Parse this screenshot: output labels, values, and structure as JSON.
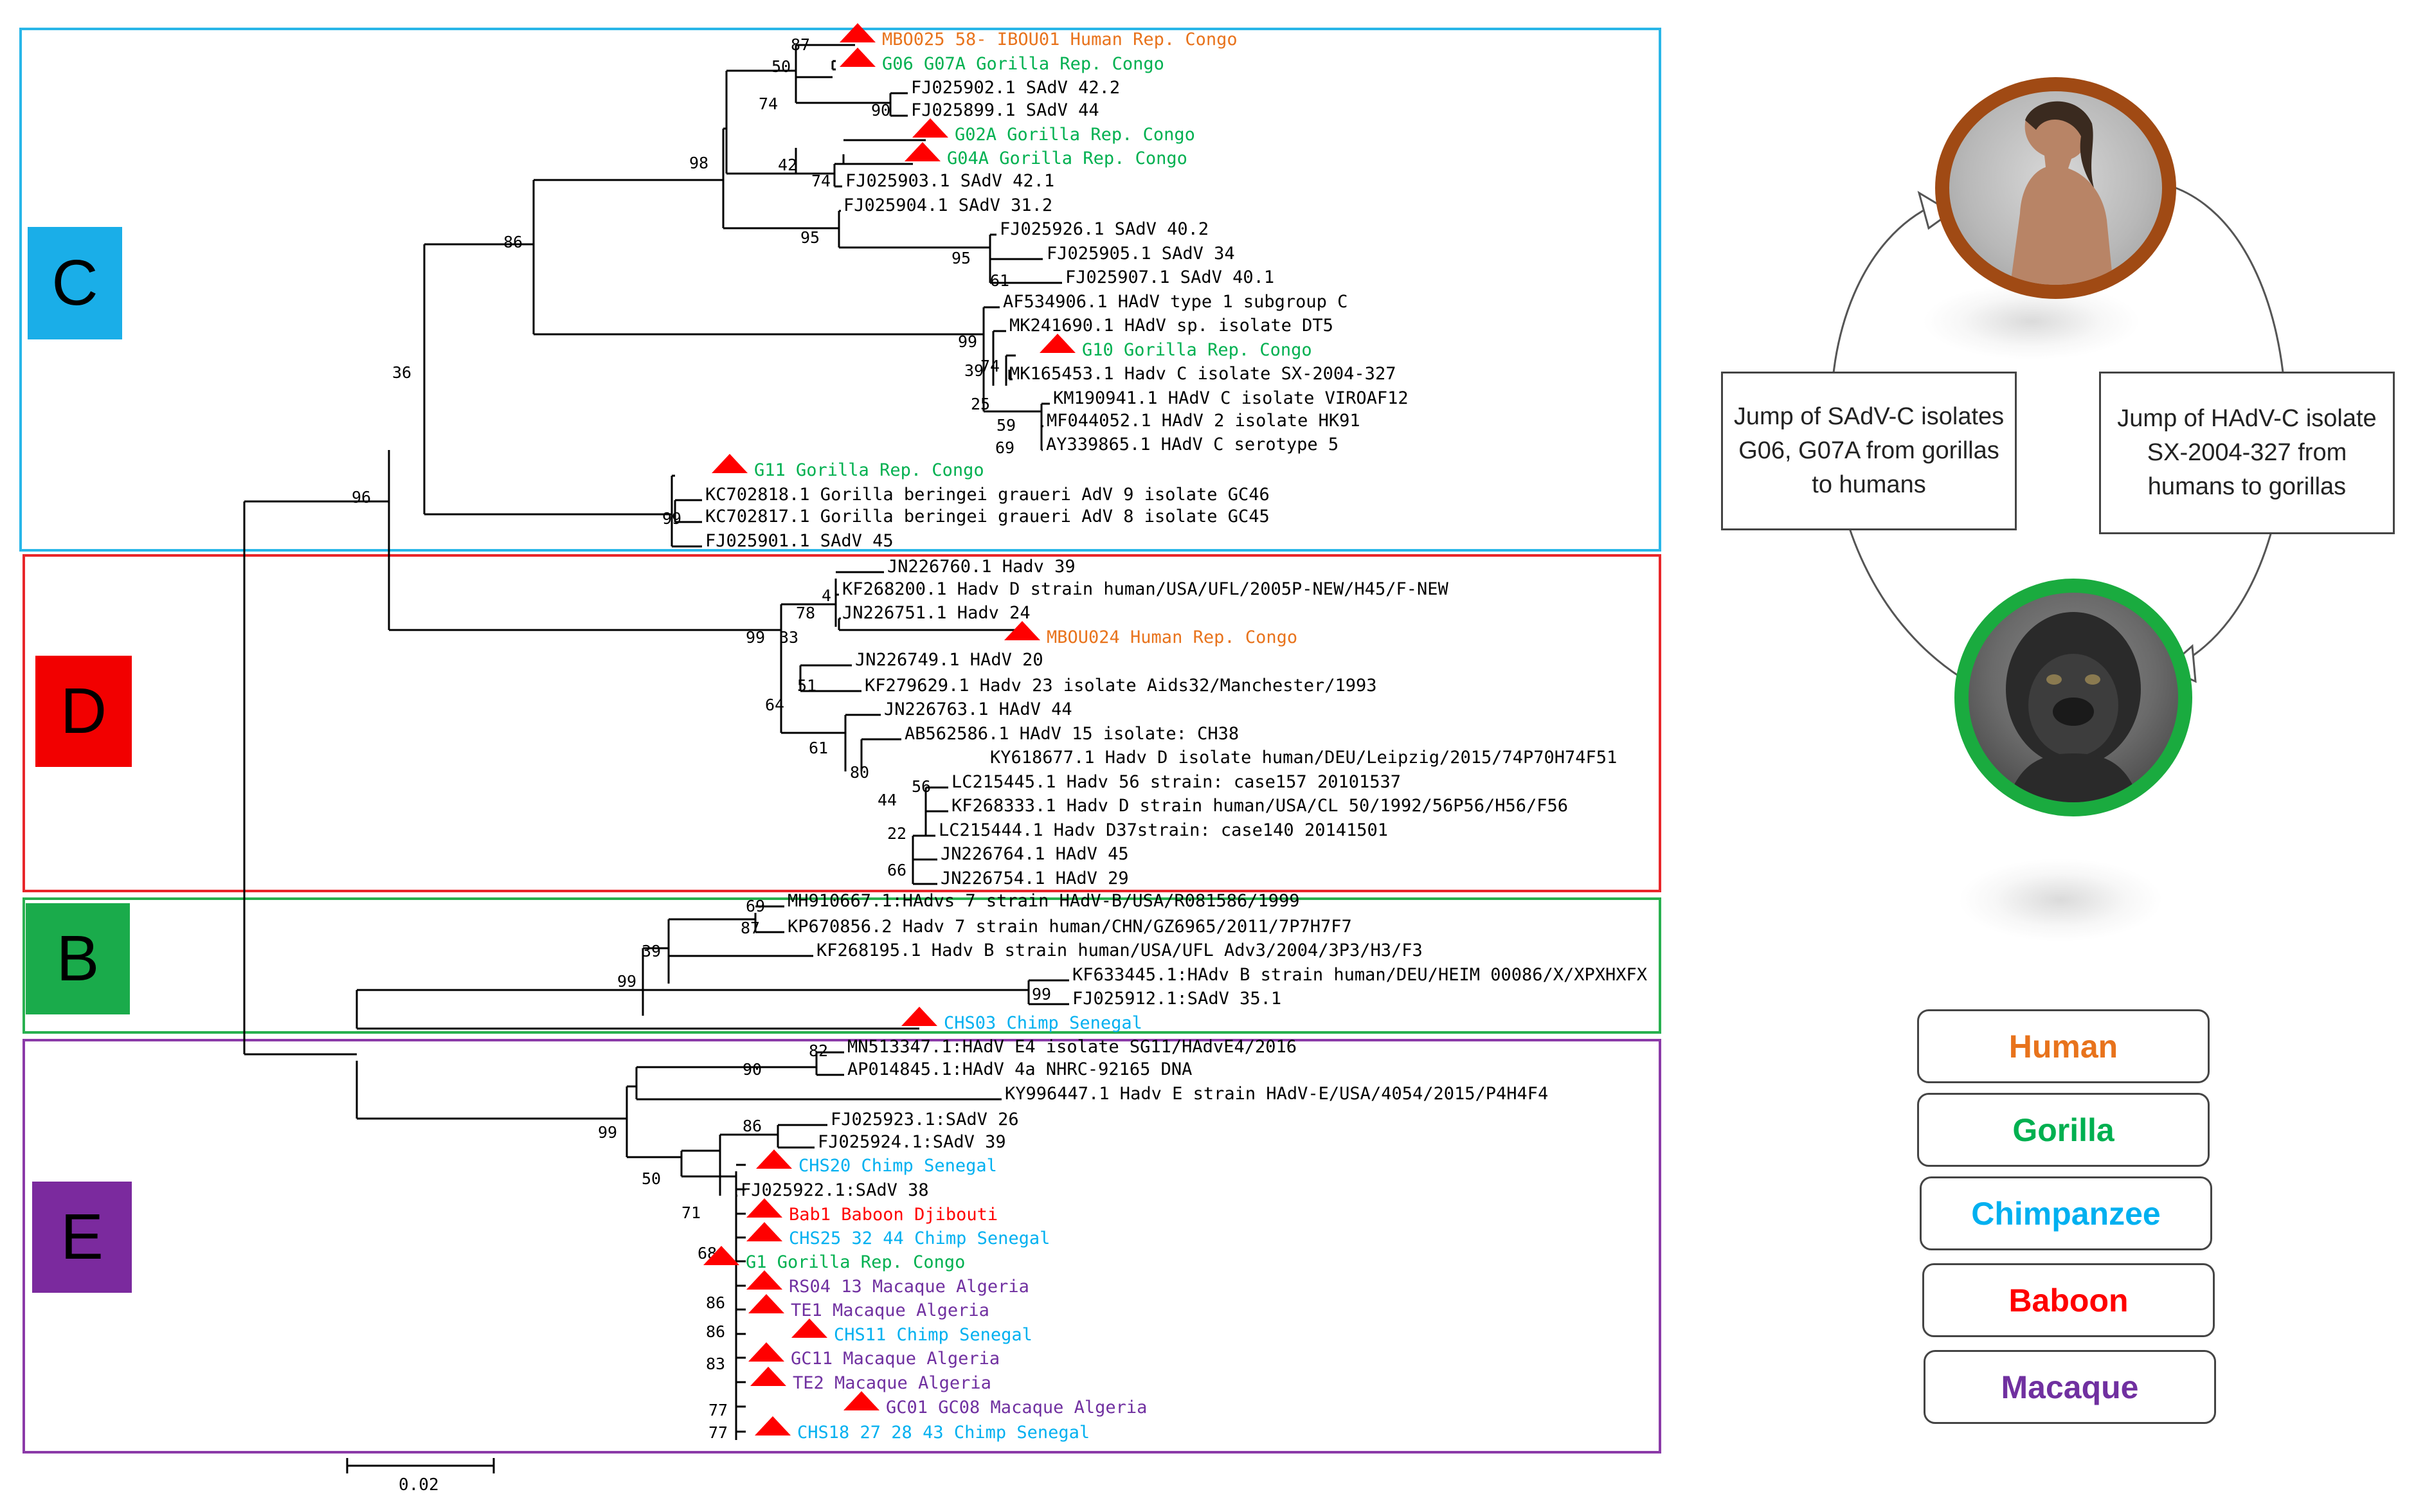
{
  "tree": {
    "clades": [
      {
        "letter": "C",
        "color": "#1aaee8",
        "box_color": "#29b6e8"
      },
      {
        "letter": "D",
        "color": "#f20000",
        "box_color": "#e8262a"
      },
      {
        "letter": "B",
        "color": "#1aab4b",
        "box_color": "#28b04f"
      },
      {
        "letter": "E",
        "color": "#7b2a9e",
        "box_color": "#8b3aa8"
      }
    ],
    "leaves": [
      {
        "text": "MBO025 58- IBOU01 Human Rep. Congo",
        "host": "human",
        "marker": true
      },
      {
        "text": "G06 G07A Gorilla Rep. Congo",
        "host": "gorilla",
        "marker": true
      },
      {
        "text": "FJ025902.1 SAdV 42.2",
        "host": "ref",
        "marker": false
      },
      {
        "text": "FJ025899.1 SAdV 44",
        "host": "ref",
        "marker": false
      },
      {
        "text": "G02A Gorilla Rep. Congo",
        "host": "gorilla",
        "marker": true
      },
      {
        "text": "G04A Gorilla Rep. Congo",
        "host": "gorilla",
        "marker": true
      },
      {
        "text": "FJ025903.1 SAdV 42.1",
        "host": "ref",
        "marker": false
      },
      {
        "text": "FJ025904.1 SAdV 31.2",
        "host": "ref",
        "marker": false
      },
      {
        "text": "FJ025926.1 SAdV 40.2",
        "host": "ref",
        "marker": false
      },
      {
        "text": "FJ025905.1 SAdV 34",
        "host": "ref",
        "marker": false
      },
      {
        "text": "FJ025907.1 SAdV 40.1",
        "host": "ref",
        "marker": false
      },
      {
        "text": "AF534906.1 HAdV type 1 subgroup C",
        "host": "ref",
        "marker": false
      },
      {
        "text": "MK241690.1 HAdV sp. isolate DT5",
        "host": "ref",
        "marker": false
      },
      {
        "text": "G10 Gorilla Rep. Congo",
        "host": "gorilla",
        "marker": true
      },
      {
        "text": "MK165453.1 Hadv C isolate SX-2004-327",
        "host": "ref",
        "marker": false
      },
      {
        "text": "KM190941.1 HAdV C isolate VIROAF12",
        "host": "ref",
        "marker": false
      },
      {
        "text": "MF044052.1 HAdV 2 isolate HK91",
        "host": "ref",
        "marker": false
      },
      {
        "text": "AY339865.1 HAdV C serotype 5",
        "host": "ref",
        "marker": false
      },
      {
        "text": "G11 Gorilla Rep. Congo",
        "host": "gorilla",
        "marker": true
      },
      {
        "text": "KC702818.1 Gorilla beringei graueri AdV 9 isolate GC46",
        "host": "ref",
        "marker": false
      },
      {
        "text": "KC702817.1 Gorilla beringei graueri AdV 8 isolate GC45",
        "host": "ref",
        "marker": false
      },
      {
        "text": "FJ025901.1 SAdV 45",
        "host": "ref",
        "marker": false
      },
      {
        "text": "JN226760.1 Hadv 39",
        "host": "ref",
        "marker": false
      },
      {
        "text": "KF268200.1 Hadv D strain human/USA/UFL/2005P-NEW/H45/F-NEW",
        "host": "ref",
        "marker": false
      },
      {
        "text": "JN226751.1 Hadv 24",
        "host": "ref",
        "marker": false
      },
      {
        "text": "MBOU024 Human Rep. Congo",
        "host": "human",
        "marker": true
      },
      {
        "text": "JN226749.1 HAdV 20",
        "host": "ref",
        "marker": false
      },
      {
        "text": "KF279629.1 Hadv 23 isolate Aids32/Manchester/1993",
        "host": "ref",
        "marker": false
      },
      {
        "text": "JN226763.1 HAdV 44",
        "host": "ref",
        "marker": false
      },
      {
        "text": "AB562586.1 HAdV 15 isolate: CH38",
        "host": "ref",
        "marker": false
      },
      {
        "text": "KY618677.1 Hadv D isolate human/DEU/Leipzig/2015/74P70H74F51",
        "host": "ref",
        "marker": false
      },
      {
        "text": "LC215445.1 Hadv 56 strain: case157 20101537",
        "host": "ref",
        "marker": false
      },
      {
        "text": "KF268333.1 Hadv D strain human/USA/CL 50/1992/56P56/H56/F56",
        "host": "ref",
        "marker": false
      },
      {
        "text": "LC215444.1 Hadv D37strain: case140 20141501",
        "host": "ref",
        "marker": false
      },
      {
        "text": "JN226764.1 HAdV 45",
        "host": "ref",
        "marker": false
      },
      {
        "text": "JN226754.1 HAdV 29",
        "host": "ref",
        "marker": false
      },
      {
        "text": "MH910667.1:HAdvs 7 strain HAdV-B/USA/R081586/1999",
        "host": "ref",
        "marker": false
      },
      {
        "text": "KP670856.2 Hadv 7 strain human/CHN/GZ6965/2011/7P7H7F7",
        "host": "ref",
        "marker": false
      },
      {
        "text": "KF268195.1 Hadv B strain human/USA/UFL Adv3/2004/3P3/H3/F3",
        "host": "ref",
        "marker": false
      },
      {
        "text": "KF633445.1:HAdv B strain human/DEU/HEIM 00086/X/XPXHXFX",
        "host": "ref",
        "marker": false
      },
      {
        "text": "FJ025912.1:SAdV 35.1",
        "host": "ref",
        "marker": false
      },
      {
        "text": "CHS03 Chimp Senegal",
        "host": "chimp",
        "marker": true
      },
      {
        "text": "MN513347.1:HAdV E4 isolate SG11/HAdvE4/2016",
        "host": "ref",
        "marker": false
      },
      {
        "text": "AP014845.1:HAdV 4a NHRC-92165 DNA",
        "host": "ref",
        "marker": false
      },
      {
        "text": "KY996447.1 Hadv E strain HAdV-E/USA/4054/2015/P4H4F4",
        "host": "ref",
        "marker": false
      },
      {
        "text": "FJ025923.1:SAdV 26",
        "host": "ref",
        "marker": false
      },
      {
        "text": "FJ025924.1:SAdV 39",
        "host": "ref",
        "marker": false
      },
      {
        "text": "CHS20 Chimp Senegal",
        "host": "chimp",
        "marker": true
      },
      {
        "text": "FJ025922.1:SAdV 38",
        "host": "ref",
        "marker": false
      },
      {
        "text": "Bab1 Baboon Djibouti",
        "host": "baboon",
        "marker": true
      },
      {
        "text": "CHS25 32 44 Chimp Senegal",
        "host": "chimp",
        "marker": true
      },
      {
        "text": "G1 Gorilla Rep. Congo",
        "host": "gorilla",
        "marker": true
      },
      {
        "text": "RS04 13 Macaque Algeria",
        "host": "macaque",
        "marker": true
      },
      {
        "text": "TE1 Macaque Algeria",
        "host": "macaque",
        "marker": true
      },
      {
        "text": "CHS11 Chimp Senegal",
        "host": "chimp",
        "marker": true
      },
      {
        "text": "GC11 Macaque Algeria",
        "host": "macaque",
        "marker": true
      },
      {
        "text": "TE2 Macaque Algeria",
        "host": "macaque",
        "marker": true
      },
      {
        "text": "GC01 GC08 Macaque Algeria",
        "host": "macaque",
        "marker": true
      },
      {
        "text": "CHS18 27 28 43 Chimp Senegal",
        "host": "chimp",
        "marker": true
      }
    ],
    "bootstrap_values": [
      "87",
      "50",
      "74",
      "90",
      "98",
      "42",
      "74",
      "95",
      "86",
      "95",
      "61",
      "99",
      "74",
      "39",
      "25",
      "59",
      "69",
      "36",
      "96",
      "99",
      "4",
      "78",
      "33",
      "99",
      "51",
      "64",
      "61",
      "80",
      "56",
      "44",
      "22",
      "66",
      "69",
      "87",
      "39",
      "99",
      "99",
      "82",
      "90",
      "99",
      "86",
      "50",
      "71",
      "68",
      "86",
      "86",
      "83",
      "77",
      "77"
    ],
    "scale_bar": "0.02",
    "host_colors": {
      "human": "#e8731c",
      "gorilla": "#00b050",
      "chimp": "#00b0f0",
      "baboon": "#ff0000",
      "macaque": "#7030a0",
      "ref": "#000000",
      "marker": "#ff0000"
    }
  },
  "transmission": {
    "callout_left": "Jump of SAdV-C isolates G06, G07A from gorillas to humans",
    "callout_right": "Jump of HAdV-C isolate SX-2004-327 from humans to gorillas",
    "human_ring_color": "#a04a14",
    "gorilla_ring_color": "#1aab3f"
  },
  "legend": [
    {
      "label": "Human",
      "color": "#e8731c"
    },
    {
      "label": "Gorilla",
      "color": "#00b050"
    },
    {
      "label": "Chimpanzee",
      "color": "#00b0f0"
    },
    {
      "label": "Baboon",
      "color": "#ff0000"
    },
    {
      "label": "Macaque",
      "color": "#7030a0"
    }
  ]
}
